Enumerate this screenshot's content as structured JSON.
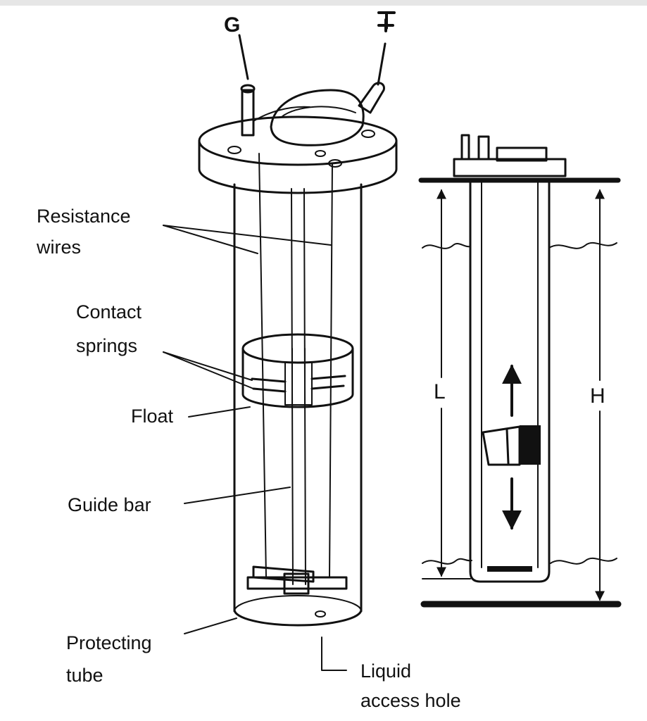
{
  "terminals": {
    "g": "G",
    "t": "T"
  },
  "labels": {
    "resistance_wires": [
      "Resistance",
      "wires"
    ],
    "contact_springs": [
      "Contact",
      "springs"
    ],
    "float": "Float",
    "guide_bar": "Guide bar",
    "protecting_tube": [
      "Protecting",
      "tube"
    ],
    "liquid_access_hole": [
      "Liquid",
      "access hole"
    ]
  },
  "dimensions": {
    "l": "L",
    "h": "H"
  }
}
